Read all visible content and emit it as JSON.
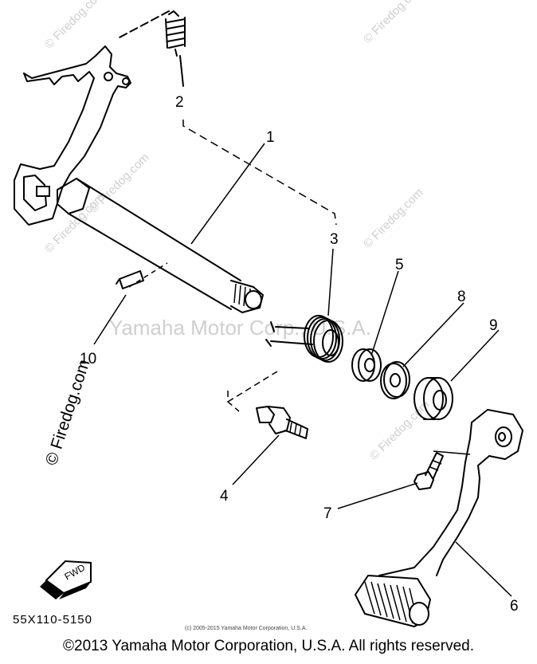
{
  "watermarks": {
    "small": "© Firedog.com",
    "large_vertical": "© Firedog.com",
    "center": "Yamaha Motor Corp., U.S.A."
  },
  "callouts": [
    "1",
    "2",
    "3",
    "4",
    "5",
    "6",
    "7",
    "8",
    "9",
    "10"
  ],
  "fwd_label": "FWD",
  "part_code": "55X110-5150",
  "fine_print": "(c) 2005-2015 Yamaha Motor Corporation, U.S.A.",
  "footer": "©2013 Yamaha Motor Corporation, U.S.A. All rights reserved."
}
